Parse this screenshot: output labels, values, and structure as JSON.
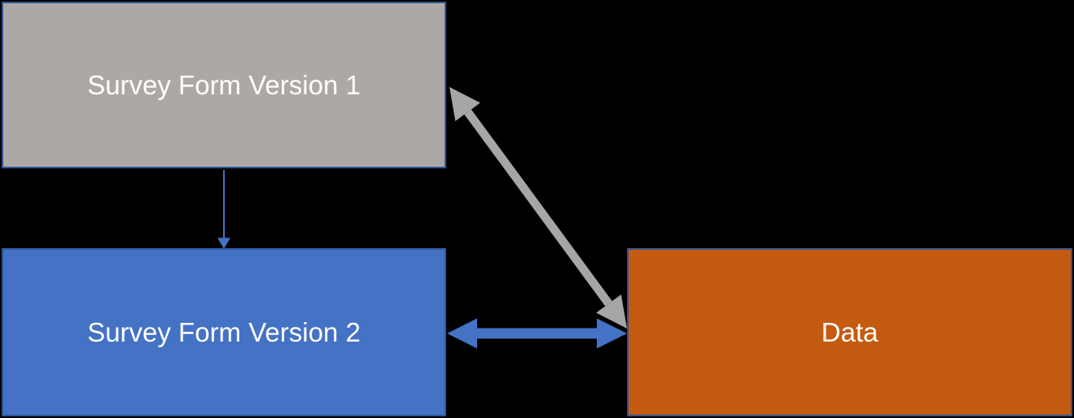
{
  "diagram": {
    "background": "#000000",
    "node_border_color": "#2E5593",
    "nodes": [
      {
        "id": "survey-form-v1",
        "label": "Survey Form Version 1",
        "fill": "#ACA8A5",
        "text_color": "#FFFFFF"
      },
      {
        "id": "survey-form-v2",
        "label": "Survey Form Version 2",
        "fill": "#4472C4",
        "text_color": "#FFFFFF"
      },
      {
        "id": "data",
        "label": "Data",
        "fill": "#C55A11",
        "text_color": "#FFFFFF"
      }
    ],
    "connectors": [
      {
        "id": "v1-to-v2",
        "from": "survey-form-v1",
        "to": "survey-form-v2",
        "style": "thin-single-arrow-down",
        "color": "#4472C4"
      },
      {
        "id": "v1-data",
        "from": "survey-form-v1",
        "to": "data",
        "style": "thick-double-arrow-diagonal",
        "color": "#A6A6A6"
      },
      {
        "id": "v2-data",
        "from": "survey-form-v2",
        "to": "data",
        "style": "thick-double-arrow-horizontal",
        "color": "#4472C4"
      }
    ]
  }
}
